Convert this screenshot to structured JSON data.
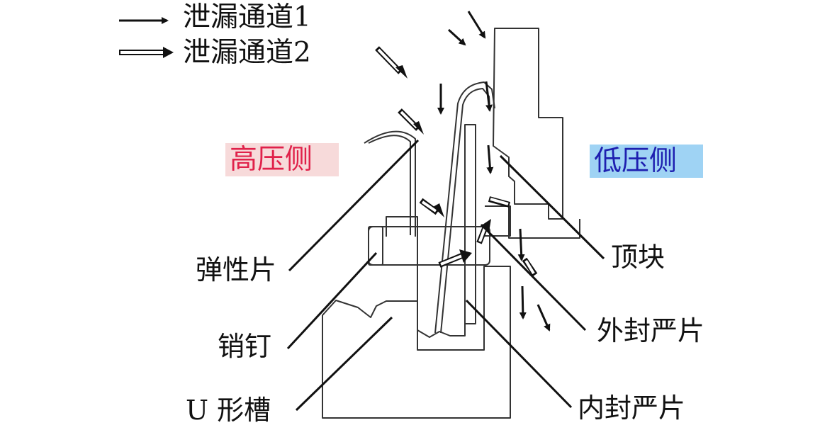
{
  "legend": {
    "path1_label": "泄漏通道1",
    "path2_label": "泄漏通道2"
  },
  "sides": {
    "high_pressure": "高压侧",
    "low_pressure": "低压侧",
    "high_pressure_bg": "#f7dada",
    "high_pressure_color": "#e0214a",
    "low_pressure_bg": "#9fd3f4",
    "low_pressure_color": "#1e1fb0"
  },
  "parts": {
    "elastic_sheet": "弹性片",
    "pin": "销钉",
    "u_groove": "U 形槽",
    "top_block": "顶块",
    "outer_seal_sheet": "外封严片",
    "inner_seal_sheet": "内封严片"
  },
  "icons": {
    "solid_arrow": "solid-arrow-icon",
    "hollow_arrow": "hollow-arrow-icon"
  }
}
